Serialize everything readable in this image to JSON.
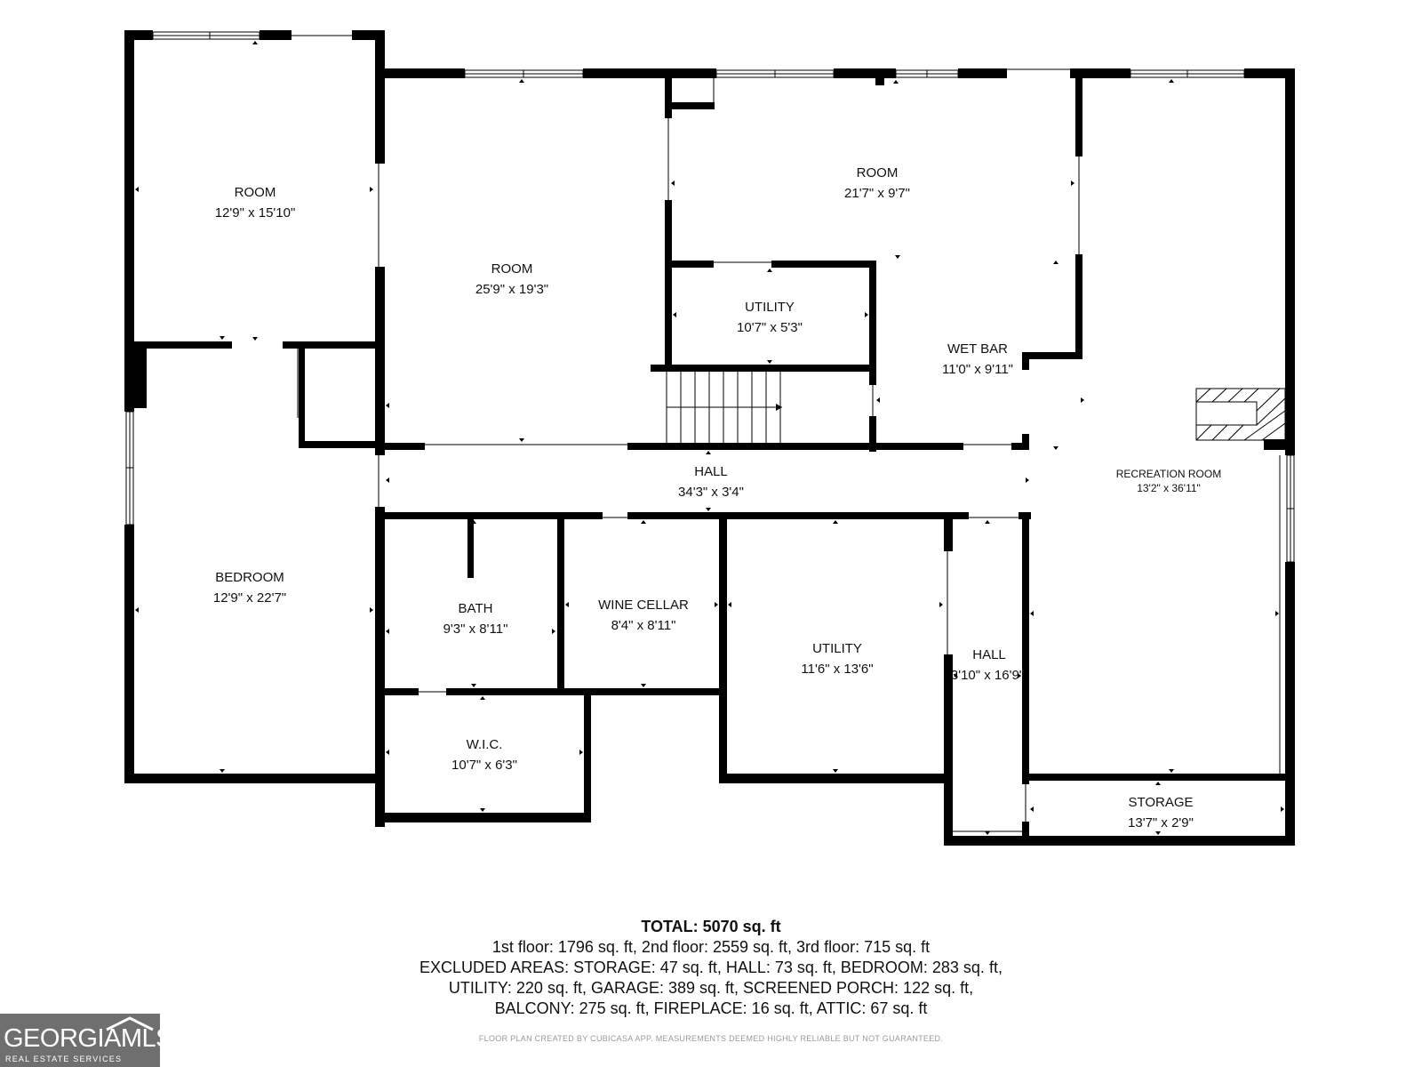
{
  "rooms": {
    "room_nw": {
      "name": "ROOM",
      "dims": "12'9\" x 15'10\""
    },
    "room_center": {
      "name": "ROOM",
      "dims": "25'9\" x 19'3\""
    },
    "room_ne": {
      "name": "ROOM",
      "dims": "21'7\" x 9'7\""
    },
    "utility_upper": {
      "name": "UTILITY",
      "dims": "10'7\" x 5'3\""
    },
    "wet_bar": {
      "name": "WET BAR",
      "dims": "11'0\" x 9'11\""
    },
    "recreation_room": {
      "name": "RECREATION ROOM",
      "dims": "13'2\" x 36'11\""
    },
    "hall_main": {
      "name": "HALL",
      "dims": "34'3\" x 3'4\""
    },
    "bedroom": {
      "name": "BEDROOM",
      "dims": "12'9\" x 22'7\""
    },
    "bath": {
      "name": "BATH",
      "dims": "9'3\" x 8'11\""
    },
    "wine_cellar": {
      "name": "WINE CELLAR",
      "dims": "8'4\" x 8'11\""
    },
    "utility_lower": {
      "name": "UTILITY",
      "dims": "11'6\" x 13'6\""
    },
    "hall_side": {
      "name": "HALL",
      "dims": "3'10\" x 16'9\""
    },
    "wic": {
      "name": "W.I.C.",
      "dims": "10'7\" x 6'3\""
    },
    "storage": {
      "name": "STORAGE",
      "dims": "13'7\" x 2'9\""
    }
  },
  "summary": {
    "total": "TOTAL: 5070 sq. ft",
    "line1": "1st floor: 1796 sq. ft, 2nd floor: 2559 sq. ft, 3rd floor: 715 sq. ft",
    "line2": "EXCLUDED AREAS: STORAGE: 47 sq. ft, HALL: 73 sq. ft, BEDROOM: 283 sq. ft,",
    "line3": "UTILITY: 220 sq. ft, GARAGE: 389 sq. ft, SCREENED PORCH: 122 sq. ft,",
    "line4": "BALCONY: 275 sq. ft, FIREPLACE: 16 sq. ft, ATTIC: 67 sq. ft"
  },
  "disclaimer": "FLOOR PLAN CREATED BY CUBICASA APP. MEASUREMENTS DEEMED HIGHLY RELIABLE BUT NOT GUARANTEED.",
  "logo": {
    "brand": "GEORGIAMLS",
    "tagline": "REAL ESTATE SERVICES"
  },
  "colors": {
    "wall": "#000000",
    "background": "#ffffff",
    "logo_bg": "#6f6f6f",
    "disclaimer": "#9a9a9a"
  }
}
